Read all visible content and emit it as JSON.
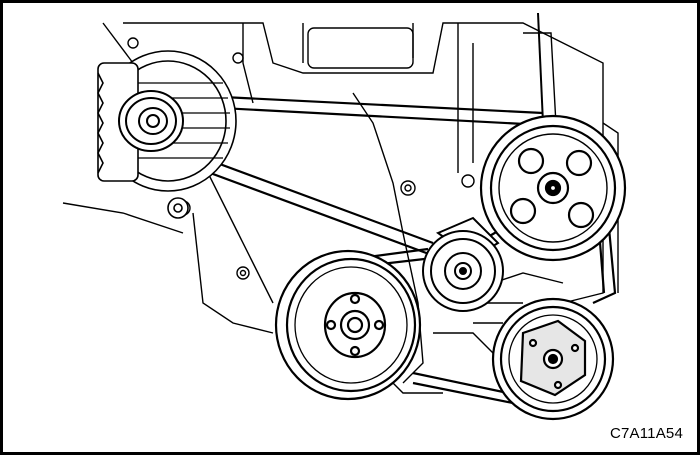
{
  "figure": {
    "code": "C7A11A54"
  },
  "colors": {
    "ink": "#000000",
    "paper": "#ffffff",
    "shade": "#d9d9d9"
  },
  "components": [
    "alternator",
    "power-steering-pump-pulley",
    "idler-pulley",
    "crankshaft-pulley",
    "ac-compressor-pulley",
    "serpentine-belt"
  ]
}
